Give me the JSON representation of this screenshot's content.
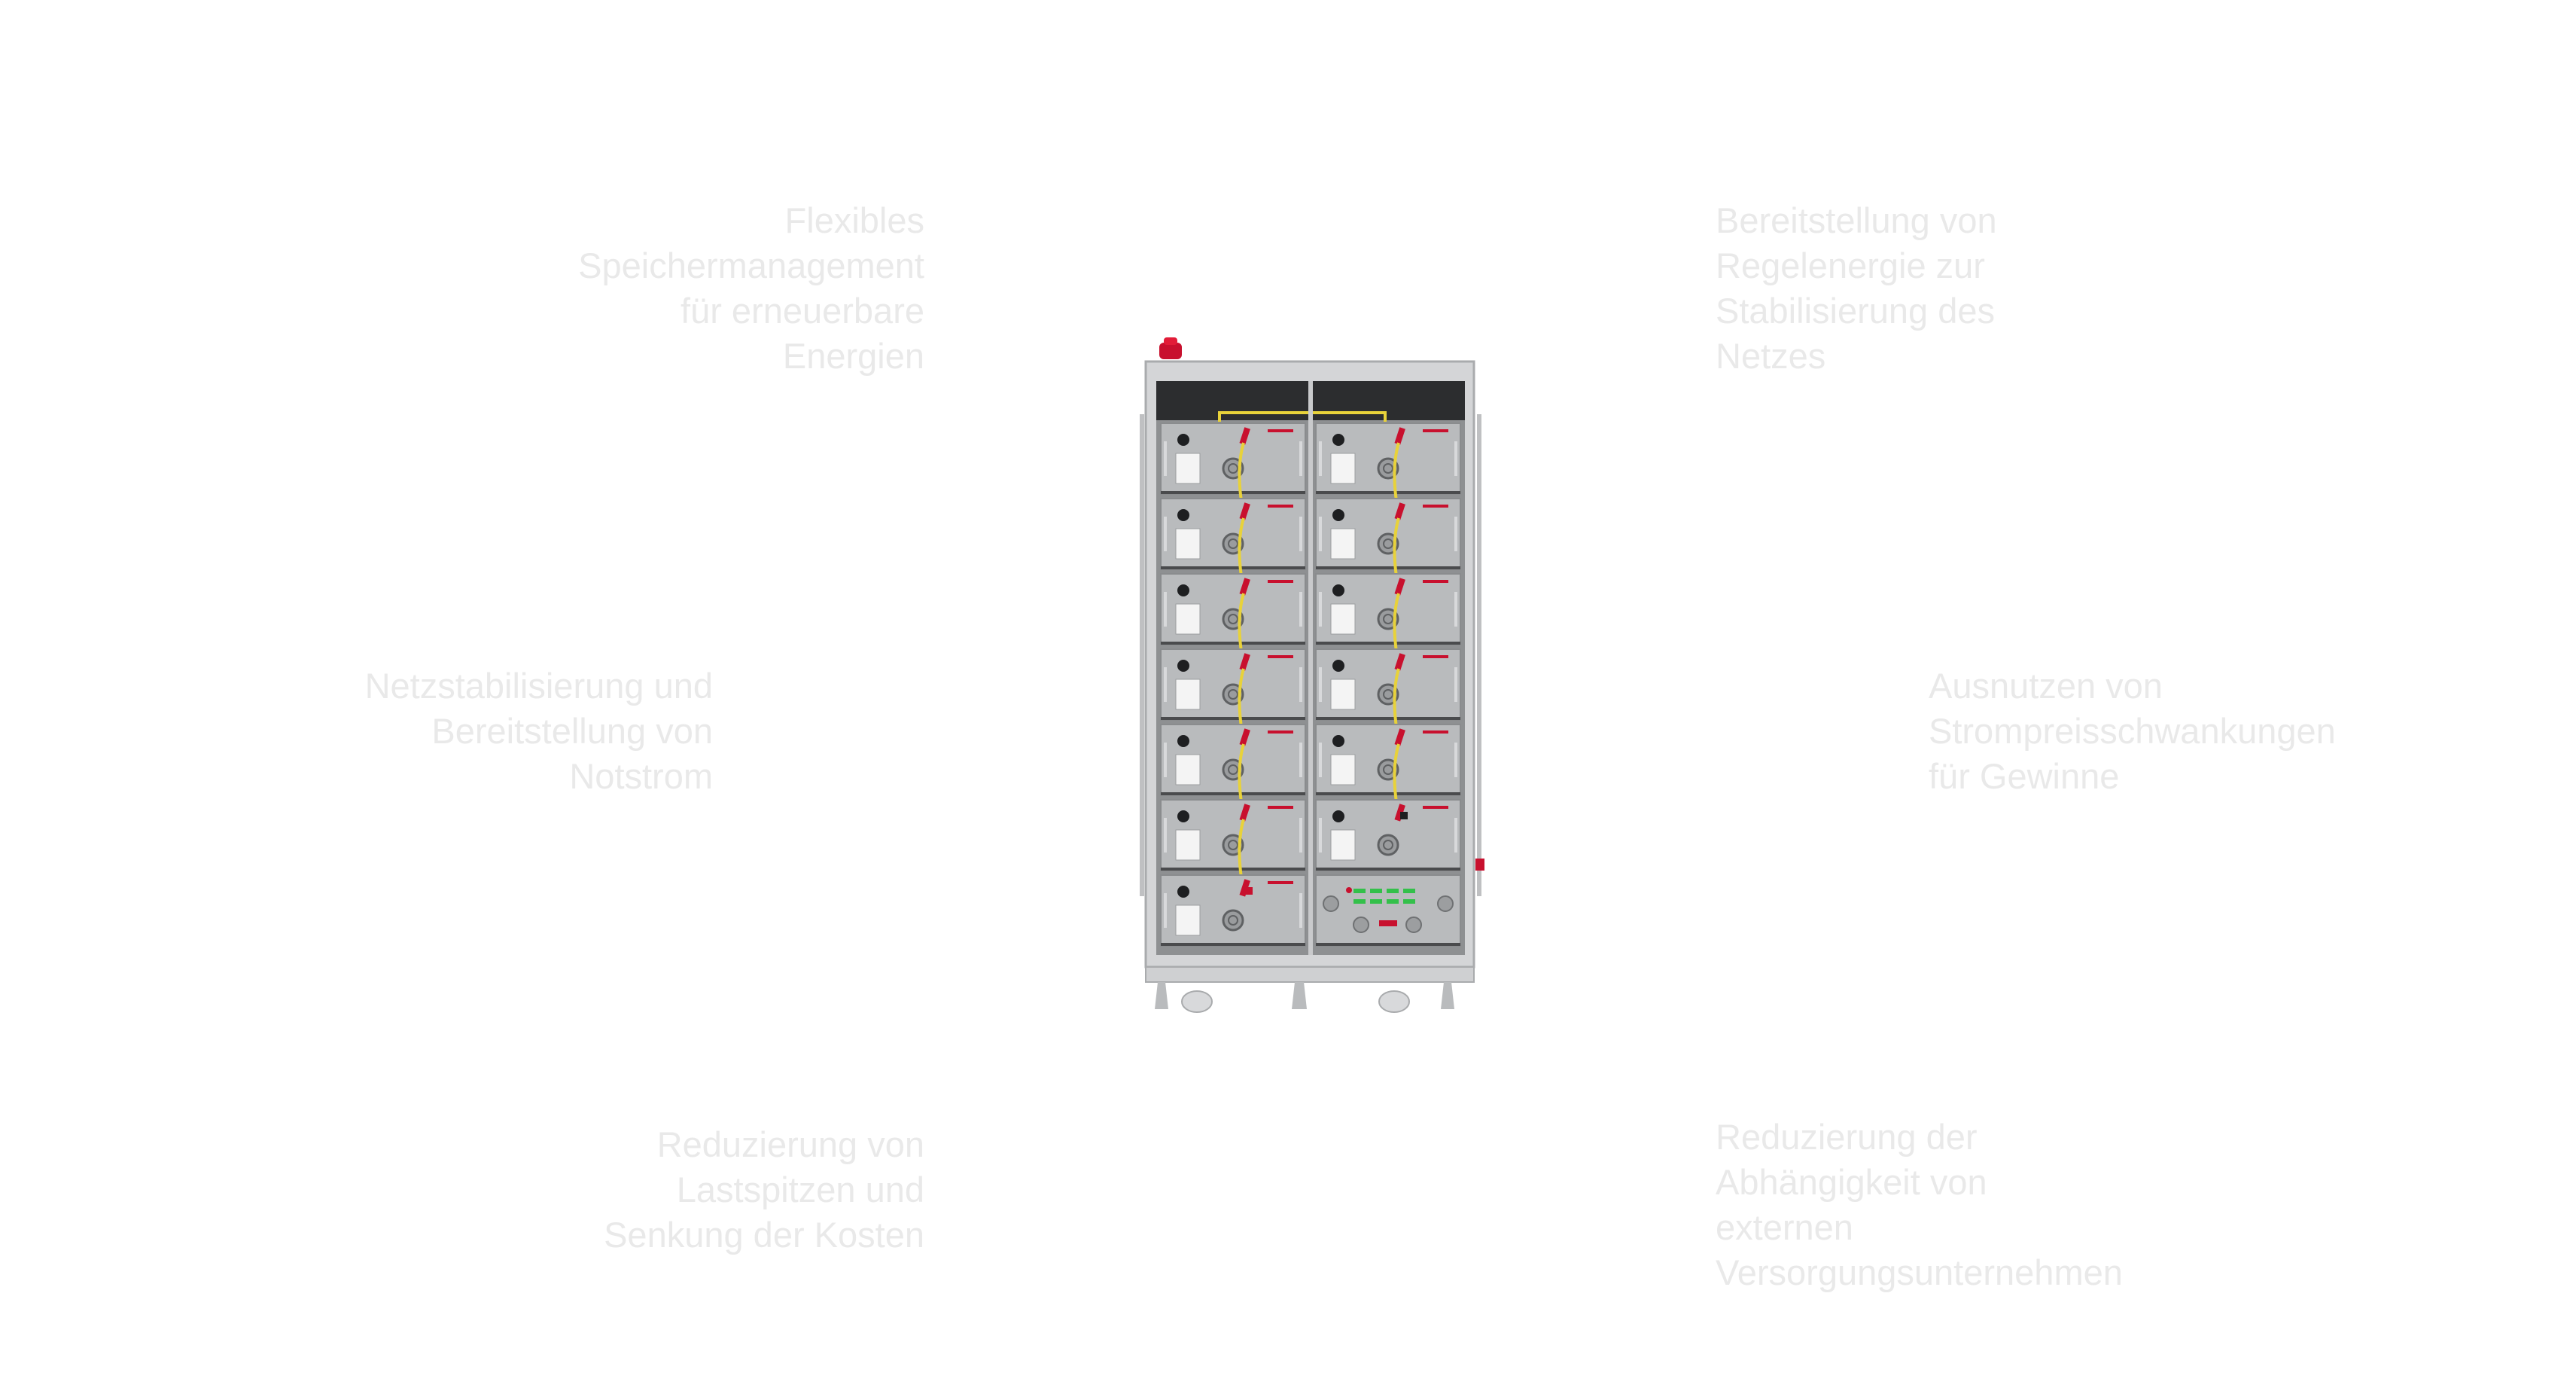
{
  "features": {
    "top_left": "Flexibles\nSpeichermanagement\nfür erneuerbare\nEnergien",
    "mid_left": "Netzstabilisierung und\nBereitstellung von\nNotstrom",
    "bottom_left": "Reduzierung von\nLastspitzen und\nSenkung der Kosten",
    "top_right": "Bereitstellung von\nRegelenergie zur\nStabilisierung des\nNetzes",
    "mid_right": "Ausnutzen von\nStrompreisschwankungen\nfür Gewinne",
    "bottom_right": "Reduzierung der\nAbhängigkeit von\nexternen\nVersorgungsunternehmen"
  },
  "product": {
    "image": "battery-storage-cabinet",
    "colors": {
      "frame": "#c9cacc",
      "module": "#b9bbbd",
      "cable_red": "#c8102e",
      "cable_yellow": "#e8d23a",
      "led_green": "#33c04a"
    },
    "module_rows": 7,
    "module_columns": 2
  },
  "colors": {
    "background": "#ffffff",
    "feature_text": "#e9e9e9"
  }
}
